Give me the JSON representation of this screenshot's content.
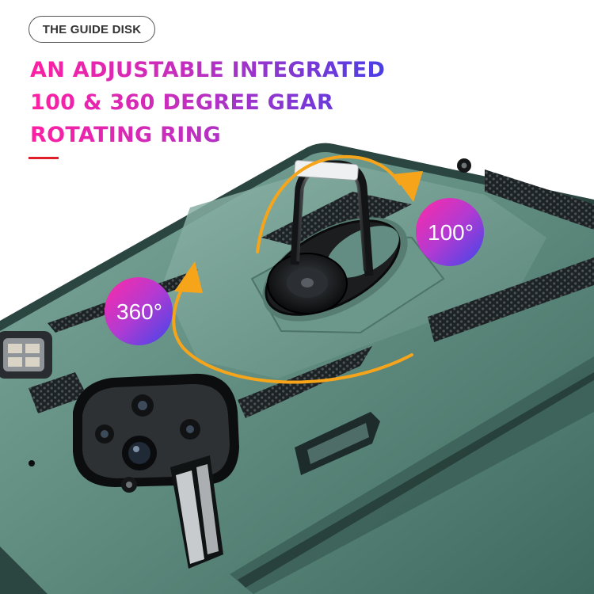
{
  "badge": {
    "label": "THE GUIDE DISK"
  },
  "headline": {
    "lines": [
      "AN ADJUSTABLE INTEGRATED",
      "100 & 360 DEGREE GEAR",
      "ROTATING RING"
    ]
  },
  "rotation_labels": {
    "full": "360°",
    "fold": "100°"
  },
  "colors": {
    "case": "#5f8b7f",
    "headline_start": "#ff1fa3",
    "headline_end": "#4a3ee6",
    "arrow": "#f6a51b",
    "accent": "#e01e2a"
  },
  "icons": [
    "rotation-arrow-icon",
    "ring-holder-icon"
  ]
}
